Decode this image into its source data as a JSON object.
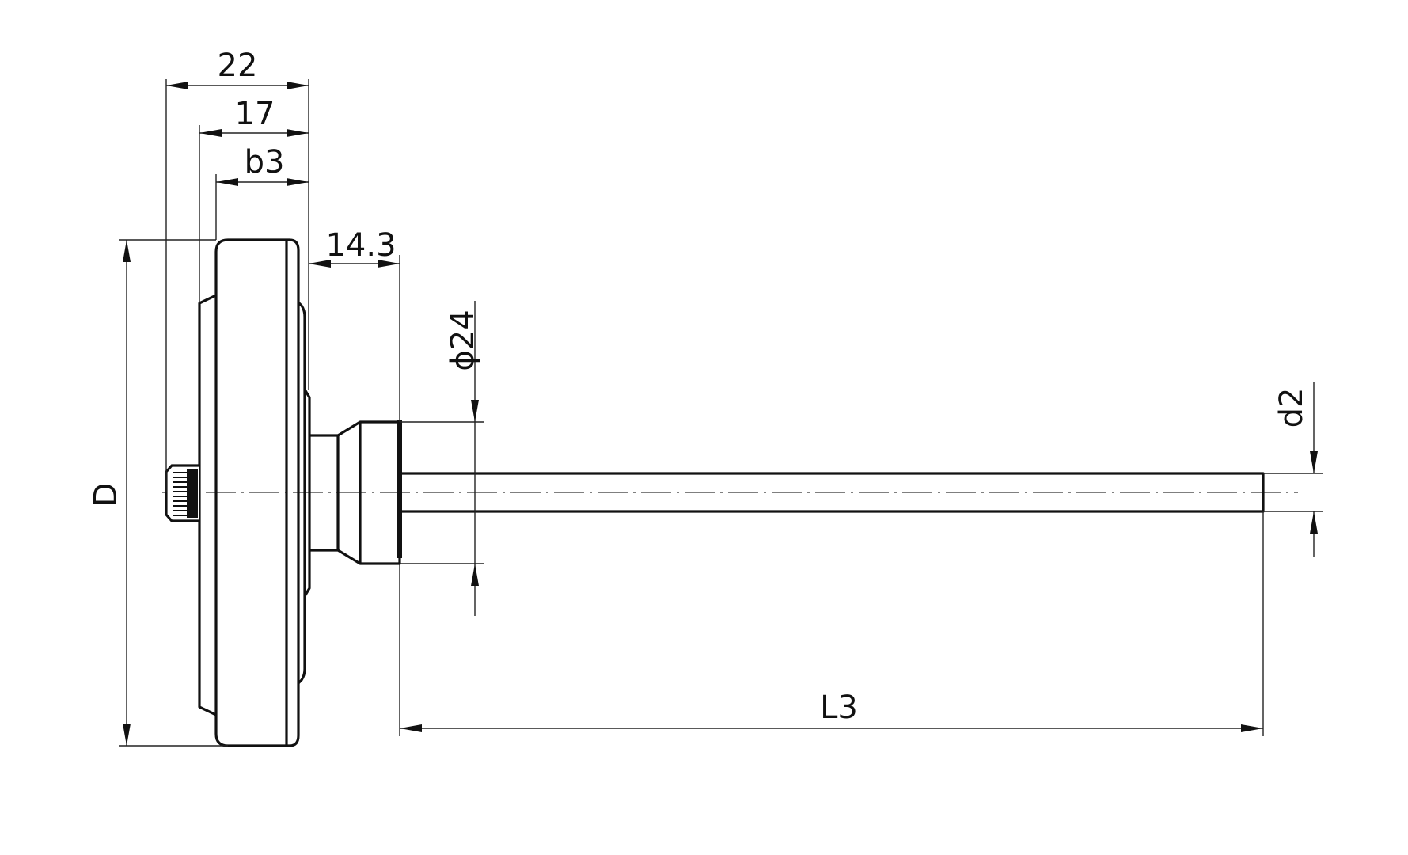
{
  "drawing": {
    "type": "technical-drawing",
    "subject": "bimetal thermometer with rear stem (side view)",
    "line_color": "#111111",
    "background": "#ffffff"
  },
  "dimensions": {
    "overall_case_depth": "22",
    "case_depth_17": "17",
    "bezel_width": "b3",
    "connection_length": "14.3",
    "connection_diameter": "ϕ24",
    "dial_diameter": "D",
    "stem_length": "L3",
    "stem_diameter": "d2"
  }
}
